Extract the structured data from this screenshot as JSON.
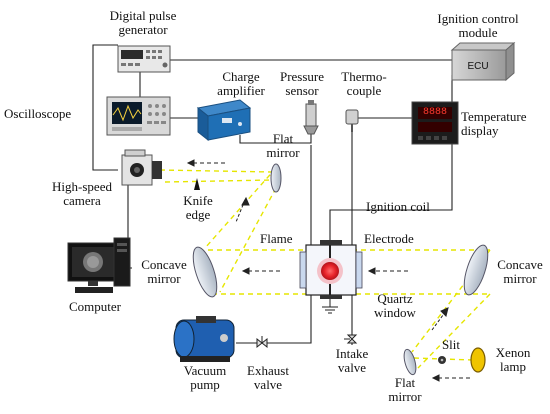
{
  "labels": {
    "pulse_gen_1": "Digital pulse",
    "pulse_gen_2": "generator",
    "ignition_module_1": "Ignition control",
    "ignition_module_2": "module",
    "ecu": "ECU",
    "charge_amp_1": "Charge",
    "charge_amp_2": "amplifier",
    "pressure_sensor_1": "Pressure",
    "pressure_sensor_2": "sensor",
    "thermocouple_1": "Thermo-",
    "thermocouple_2": "couple",
    "oscilloscope": "Oscilloscope",
    "temp_display_1": "Temperature",
    "temp_display_2": "display",
    "flat_mirror_top_1": "Flat",
    "flat_mirror_top_2": "mirror",
    "camera_1": "High-speed",
    "camera_2": "camera",
    "knife_edge_1": "Knife",
    "knife_edge_2": "edge",
    "ignition_coil": "Ignition coil",
    "flame": "Flame",
    "electrode": "Electrode",
    "concave_left_1": "Concave",
    "concave_left_2": "mirror",
    "concave_right_1": "Concave",
    "concave_right_2": "mirror",
    "computer": "Computer",
    "quartz_1": "Quartz",
    "quartz_2": "window",
    "vacuum_1": "Vacuum",
    "vacuum_2": "pump",
    "exhaust_1": "Exhaust",
    "exhaust_2": "valve",
    "intake_1": "Intake",
    "intake_2": "valve",
    "slit": "Slit",
    "xenon_1": "Xenon",
    "xenon_2": "lamp",
    "flat_mirror_bottom_1": "Flat",
    "flat_mirror_bottom_2": "mirror"
  },
  "devices": {
    "temp_display_digits": "8888"
  },
  "colors": {
    "beam": "#e6e600",
    "flame_core": "#e8232a",
    "flame_glow": "#f4a0a8",
    "wire": "#222222",
    "amplifier": "#1f6fb5",
    "pump": "#1f5fb0",
    "lamp": "#f0c400"
  }
}
